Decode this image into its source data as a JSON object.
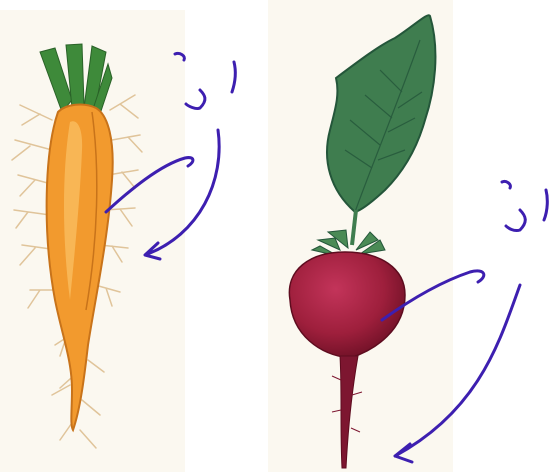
{
  "scene": {
    "kind": "illustration",
    "subjects": [
      "carrot",
      "beetroot"
    ],
    "colors": {
      "panel_background": "#fbf8f0",
      "carrot_orange": "#f29a2e",
      "carrot_highlight": "#f8b95a",
      "carrot_leaves": "#3e8a3a",
      "root_hairs": "#e0c49a",
      "beet_body": "#9e1f3c",
      "beet_shadow": "#6a0f24",
      "beet_leaf": "#3f7d4f",
      "beet_leaf_dark": "#24563a",
      "annotation_ink": "#3d1fb0"
    }
  },
  "annotations": {
    "carrot_label": "ڕڵ",
    "beet_label": "ڕڵ"
  }
}
